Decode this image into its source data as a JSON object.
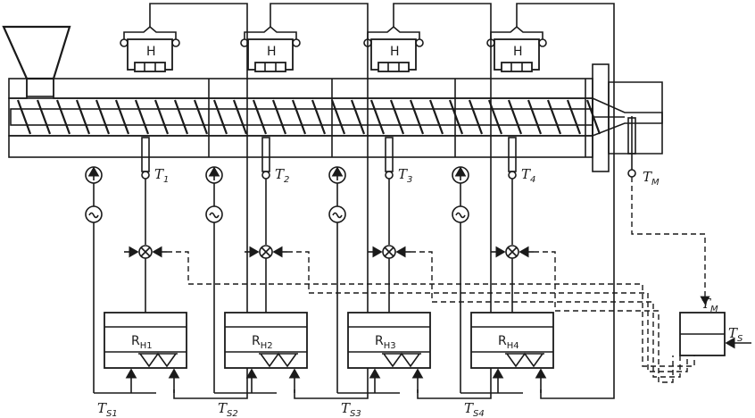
{
  "heaters": [
    {
      "label": "H",
      "temp": "T1",
      "temp_main": "T",
      "temp_sub": "1",
      "ctrl_main": "R",
      "ctrl_sub": "H1",
      "set_main": "T",
      "set_sub": "S1"
    },
    {
      "label": "H",
      "temp": "T2",
      "temp_main": "T",
      "temp_sub": "2",
      "ctrl_main": "R",
      "ctrl_sub": "H2",
      "set_main": "T",
      "set_sub": "S2"
    },
    {
      "label": "H",
      "temp": "T3",
      "temp_main": "T",
      "temp_sub": "3",
      "ctrl_main": "R",
      "ctrl_sub": "H3",
      "set_main": "T",
      "set_sub": "S3"
    },
    {
      "label": "H",
      "temp": "T4",
      "temp_main": "T",
      "temp_sub": "4",
      "ctrl_main": "R",
      "ctrl_sub": "H4",
      "set_main": "T",
      "set_sub": "S4"
    }
  ],
  "melt_sensor": {
    "main": "T",
    "sub": "M"
  },
  "master": {
    "in_main": "T",
    "in_sub": "M",
    "set_main": "T",
    "set_sub": "S"
  }
}
